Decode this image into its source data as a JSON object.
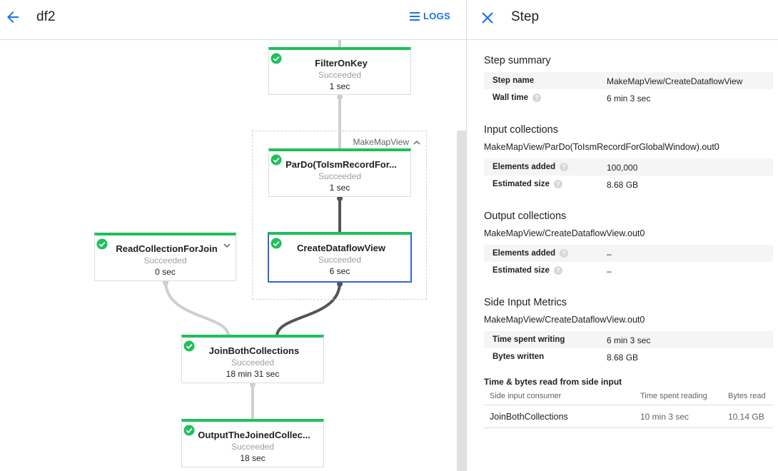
{
  "header": {
    "job_name": "df2",
    "logs_label": "LOGS"
  },
  "graph": {
    "group": {
      "label": "MakeMapView"
    },
    "nodes": [
      {
        "name": "FilterOnKey",
        "status": "Succeeded",
        "duration": "1 sec"
      },
      {
        "name": "ParDo(ToIsmRecordFor...",
        "status": "Succeeded",
        "duration": "1 sec"
      },
      {
        "name": "ReadCollectionForJoin",
        "status": "Succeeded",
        "duration": "0 sec"
      },
      {
        "name": "CreateDataflowView",
        "status": "Succeeded",
        "duration": "6 sec"
      },
      {
        "name": "JoinBothCollections",
        "status": "Succeeded",
        "duration": "18 min 31 sec"
      },
      {
        "name": "OutputTheJoinedCollec...",
        "status": "Succeeded",
        "duration": "18 sec"
      }
    ]
  },
  "panel": {
    "title": "Step",
    "summary": {
      "title": "Step summary",
      "rows": [
        {
          "label": "Step name",
          "value": "MakeMapView/CreateDataflowView"
        },
        {
          "label": "Wall time",
          "value": "6 min 3 sec"
        }
      ]
    },
    "input": {
      "title": "Input collections",
      "name": "MakeMapView/ParDo(ToIsmRecordForGlobalWindow).out0",
      "rows": [
        {
          "label": "Elements added",
          "value": "100,000"
        },
        {
          "label": "Estimated size",
          "value": "8.68 GB"
        }
      ]
    },
    "output": {
      "title": "Output collections",
      "name": "MakeMapView/CreateDataflowView.out0",
      "rows": [
        {
          "label": "Elements added",
          "value": "–"
        },
        {
          "label": "Estimated size",
          "value": "–"
        }
      ]
    },
    "side_input": {
      "title": "Side Input Metrics",
      "name": "MakeMapView/CreateDataflowView.out0",
      "rows": [
        {
          "label": "Time spent writing",
          "value": "6 min 3 sec"
        },
        {
          "label": "Bytes written",
          "value": "8.68 GB"
        }
      ]
    },
    "read_table": {
      "title": "Time & bytes read from side input",
      "headers": [
        "Side input consumer",
        "Time spent reading",
        "Bytes read"
      ],
      "rows": [
        [
          "JoinBothCollections",
          "10 min 3 sec",
          "10.14 GB"
        ]
      ]
    }
  },
  "colors": {
    "accent": "#1a73e8",
    "success": "#1ec05a",
    "selected_border": "#3367d6"
  }
}
